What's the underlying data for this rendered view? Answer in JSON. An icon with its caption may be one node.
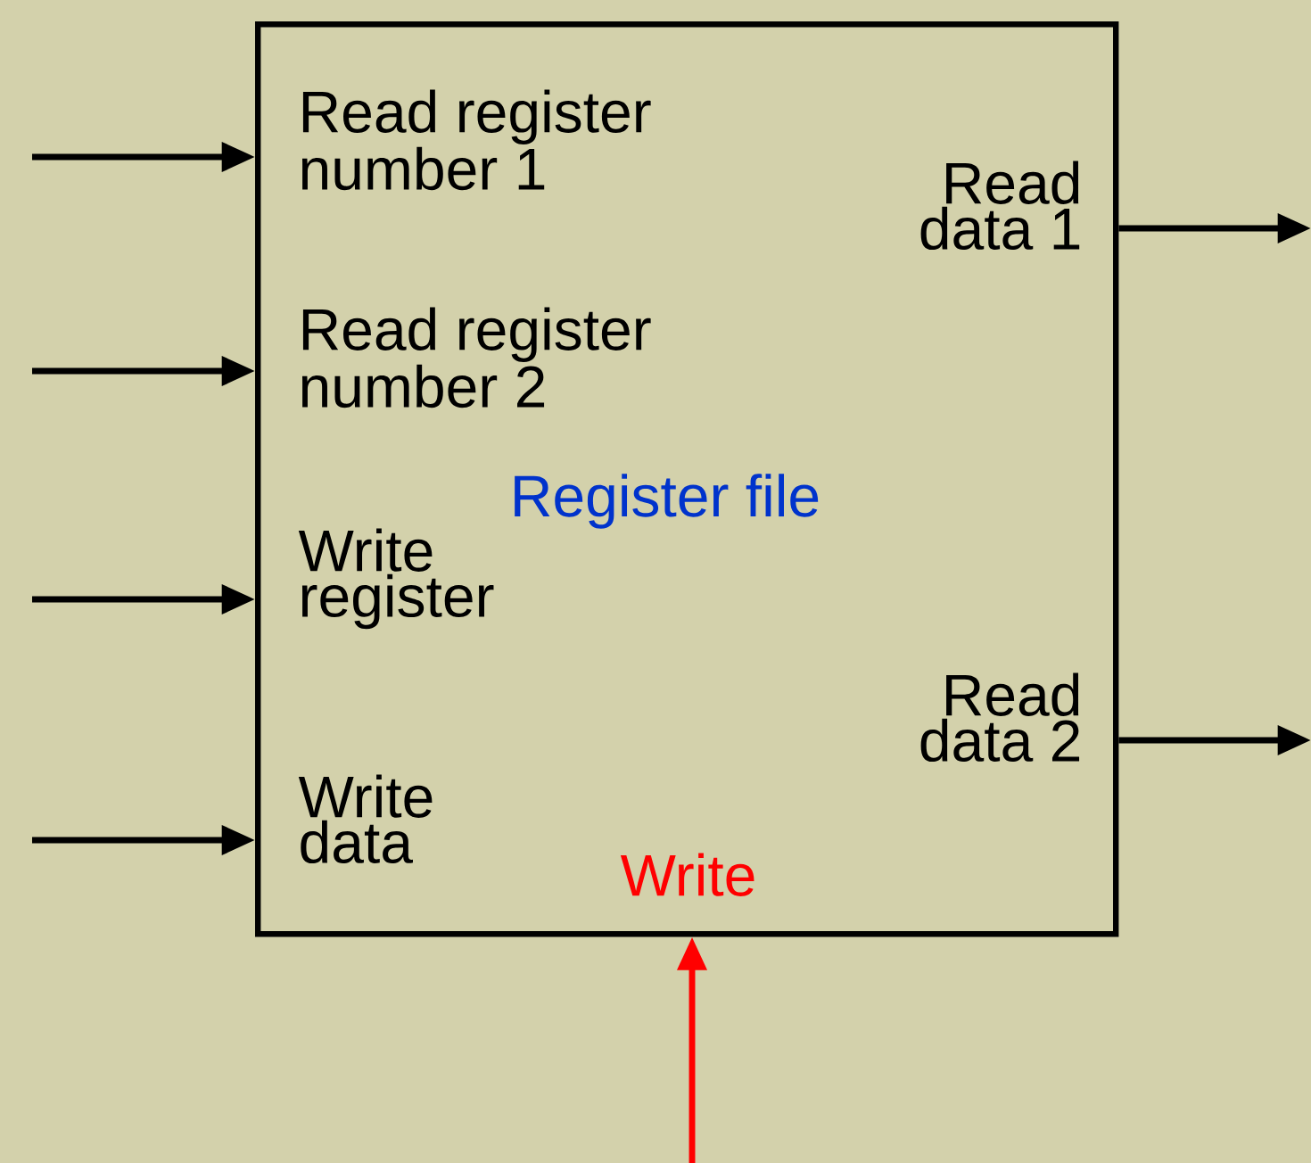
{
  "diagram": {
    "nodes": [
      {
        "text": [
          "Register file"
        ]
      },
      {
        "text": [
          "Read register number 1"
        ],
        "in": 0
      },
      {
        "text": [
          "Read register number 2"
        ],
        "in": 0
      },
      {
        "text": [
          "Write register"
        ],
        "in": 0
      },
      {
        "text": [
          "Write data"
        ],
        "in": 0
      },
      {
        "text": [
          "Read data 1"
        ],
        "in": 0
      },
      {
        "text": [
          "Read data 2"
        ],
        "in": 0
      },
      {
        "text": [
          "Write"
        ],
        "in": 0
      }
    ],
    "edges": [
      {
        "from": null,
        "to": 1,
        "arrow": "to"
      },
      {
        "from": null,
        "to": 2,
        "arrow": "to"
      },
      {
        "from": null,
        "to": 3,
        "arrow": "to"
      },
      {
        "from": null,
        "to": 4,
        "arrow": "to"
      },
      {
        "from": 5,
        "to": null,
        "arrow": "to"
      },
      {
        "from": 6,
        "to": null,
        "arrow": "to"
      },
      {
        "from": null,
        "to": 7,
        "arrow": "to",
        "color": "#ff0000"
      }
    ]
  }
}
